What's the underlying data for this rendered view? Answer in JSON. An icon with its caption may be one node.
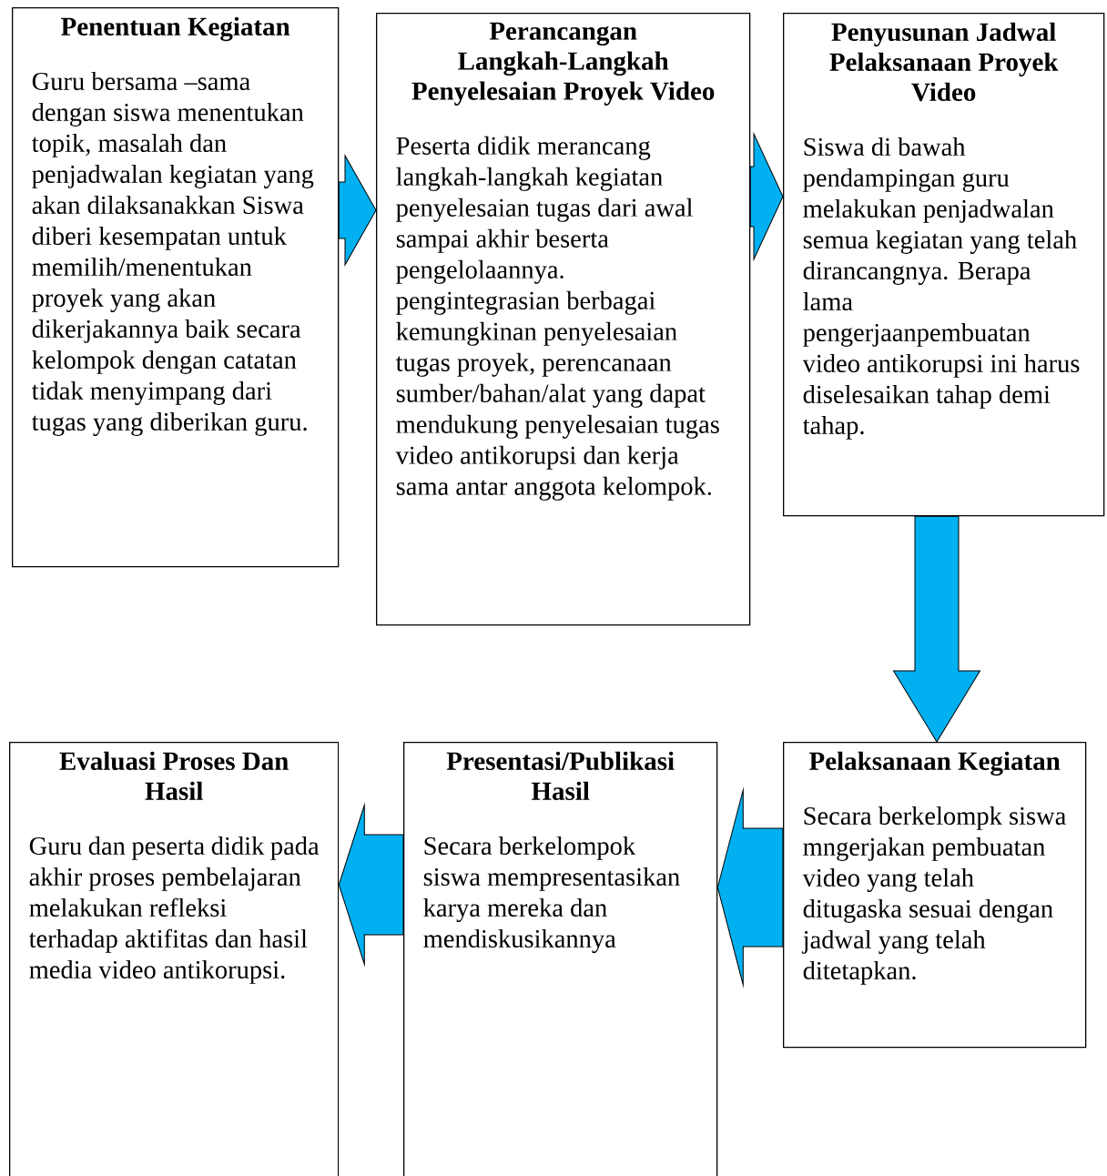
{
  "diagram": {
    "nodes": [
      {
        "text": [
          "Penentuan Kegiatan",
          "Guru bersama –sama dengan siswa menentukan topik, masalah dan penjadwalan kegiatan yang akan dilaksanakkan Siswa diberi kesempatan untuk memilih/menentukan proyek yang akan dikerjakannya baik secara kelompok dengan catatan tidak menyimpang dari tugas yang diberikan guru."
        ]
      },
      {
        "text": [
          "Perancangan Langkah-Langkah Penyelesaian Proyek Video",
          "Peserta didik merancang langkah-langkah kegiatan penyelesaian tugas dari awal sampai akhir beserta pengelolaannya. pengintegrasian berbagai kemungkinan penyelesaian tugas proyek, perencanaan sumber/bahan/alat yang dapat mendukung penyelesaian tugas video antikorupsi dan kerja sama antar anggota kelompok."
        ]
      },
      {
        "text": [
          "Penyusunan Jadwal Pelaksanaan Proyek Video",
          "Siswa di bawah pendampingan guru melakukan penjadwalan semua kegiatan yang telah dirancangnya. Berapa lama pengerjaanpembuatan video antikorupsi ini harus diselesaikan tahap demi tahap."
        ]
      },
      {
        "text": [
          "Pelaksanaan Kegiatan",
          "Secara berkelompk siswa mngerjakan pembuatan video yang telah ditugaska sesuai dengan jadwal yang telah ditetapkan."
        ]
      },
      {
        "text": [
          "Presentasi/Publikasi Hasil",
          "Secara berkelompok siswa mempresentasikan karya mereka dan mendiskusikannya"
        ]
      },
      {
        "text": [
          "Evaluasi Proses Dan Hasil",
          "Guru dan peserta didik pada akhir proses pembelajaran melakukan refleksi terhadap aktifitas dan hasil media video antikorupsi."
        ]
      }
    ],
    "edges": [
      {
        "from": 0,
        "to": 1,
        "arrow": "to"
      },
      {
        "from": 1,
        "to": 2,
        "arrow": "to"
      },
      {
        "from": 2,
        "to": 3,
        "arrow": "to"
      },
      {
        "from": 3,
        "to": 4,
        "arrow": "to"
      },
      {
        "from": 4,
        "to": 5,
        "arrow": "to"
      }
    ]
  }
}
